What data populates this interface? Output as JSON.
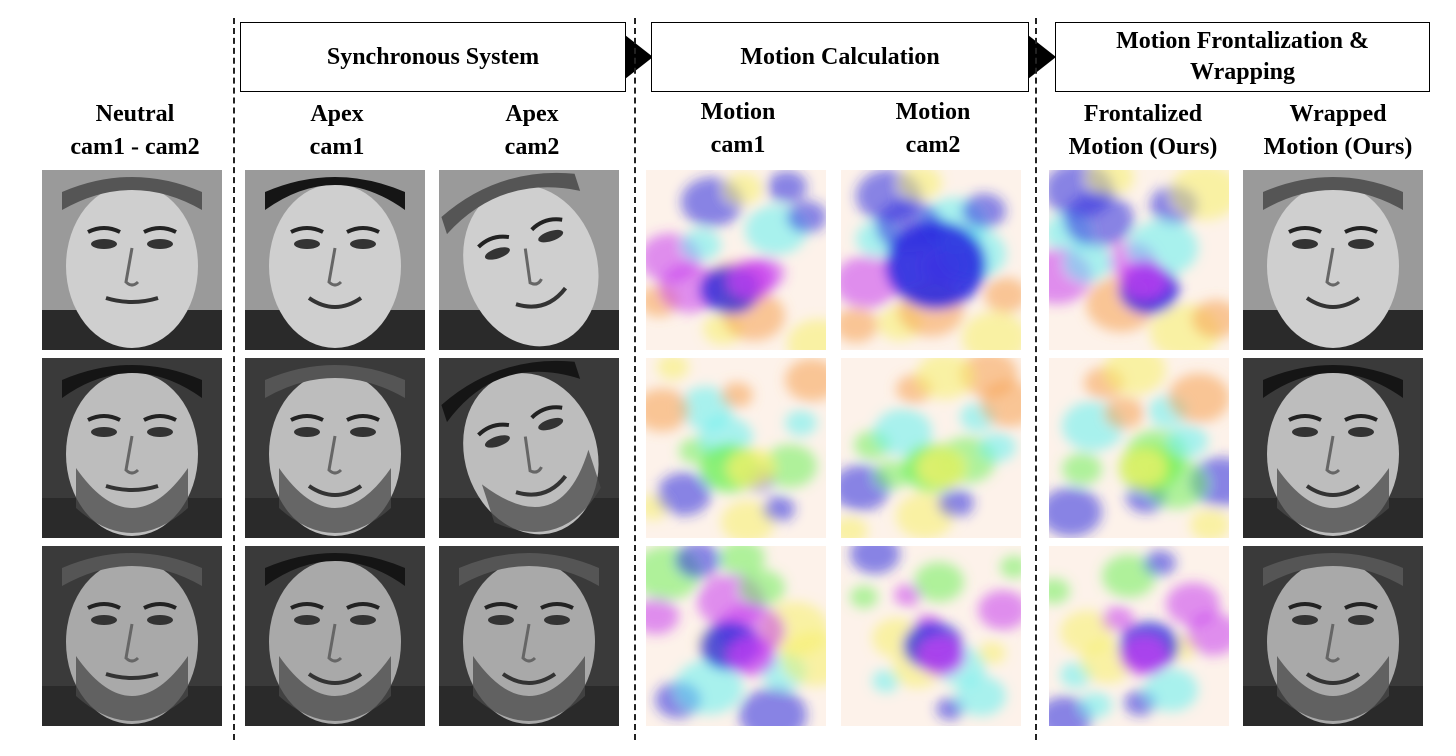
{
  "stages": [
    {
      "id": "sync",
      "label": "Synchronous  System"
    },
    {
      "id": "motion",
      "label": "Motion Calculation"
    },
    {
      "id": "frontal",
      "label": "Motion Frontalization &\nWrapping"
    }
  ],
  "columns": [
    {
      "id": "neutral",
      "label": "Neutral\ncam1 - cam2",
      "kind": "face"
    },
    {
      "id": "apex1",
      "label": "Apex\ncam1",
      "kind": "face"
    },
    {
      "id": "apex2",
      "label": "Apex\ncam2",
      "kind": "face"
    },
    {
      "id": "motion1",
      "label": "Motion\ncam1",
      "kind": "flow"
    },
    {
      "id": "motion2",
      "label": "Motion\ncam2",
      "kind": "flow"
    },
    {
      "id": "frontalized",
      "label": "Frontalized\nMotion (Ours)",
      "kind": "flow"
    },
    {
      "id": "wrapped",
      "label": "Wrapped\nMotion (Ours)",
      "kind": "face"
    }
  ],
  "rows": 3,
  "colors": {
    "face_skin": "#c8c8c8",
    "face_dark": "#2a2a2a",
    "flow_blue": "#2a2ae0",
    "flow_magenta": "#c63cf0",
    "flow_green": "#6ef05a",
    "flow_yellow": "#f5f06a",
    "flow_orange": "#f5a050",
    "flow_cyan": "#60f0f0",
    "flow_red": "#f04040",
    "flow_bg": "#fdf2ea"
  },
  "icons": {
    "face": "grayscale-face-photo",
    "flow": "optical-flow-colormap"
  }
}
